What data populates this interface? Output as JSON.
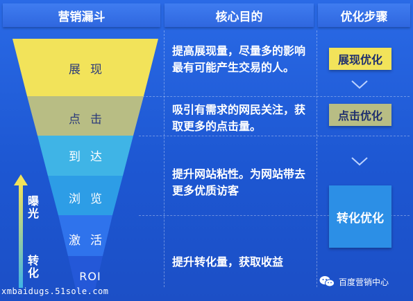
{
  "headers": {
    "funnel": "营销漏斗",
    "purpose": "核心目的",
    "steps": "优化步骤"
  },
  "funnel": {
    "stages": [
      {
        "label": "展现",
        "color": "#f2e35a"
      },
      {
        "label": "点击",
        "color": "#b8bd84"
      },
      {
        "label": "到达",
        "color": "#3fb4e6"
      },
      {
        "label": "浏览",
        "color": "#2d9de6"
      },
      {
        "label": "激活",
        "color": "#2f73ec"
      },
      {
        "label": "ROI",
        "color": "#2458d8"
      }
    ]
  },
  "purposes": {
    "p1": "提高展现量，尽量多的影响最有可能产生交易的人。",
    "p2": "吸引有需求的网民关注，获取更多的点击量。",
    "p3": "提升网站粘性。为网站带去更多优质访客",
    "p4": "提升转化量，获取收益"
  },
  "steps": {
    "s1": {
      "label": "展现优化",
      "color": "#f2e35a"
    },
    "s2": {
      "label": "点击优化",
      "color": "#b8bd84"
    },
    "s3": {
      "label": "转化优化",
      "color": "#2c8fe6"
    }
  },
  "axis": {
    "top": "曝光",
    "bottom": "转化"
  },
  "watermark": "xmbaidugs.51sole.com",
  "brand": "百度营销中心"
}
